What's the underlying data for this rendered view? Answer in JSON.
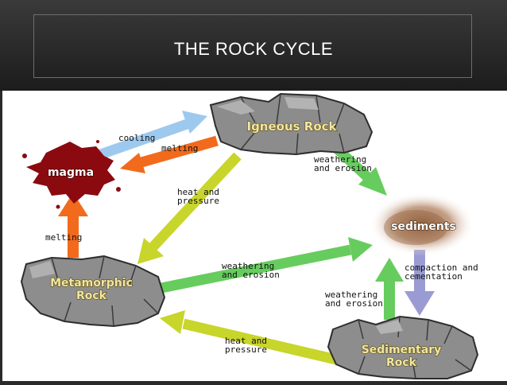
{
  "slide": {
    "title": "THE ROCK CYCLE"
  },
  "nodes": {
    "igneous": "Igneous Rock",
    "magma": "magma",
    "sediments": "sediments",
    "metamorphic_line1": "Metamorphic",
    "metamorphic_line2": "Rock",
    "sedimentary_line1": "Sedimentary",
    "sedimentary_line2": "Rock"
  },
  "labels": {
    "cooling": "cooling",
    "melting_top": "melting",
    "melting_left": "melting",
    "weathering_top_1": "weathering",
    "weathering_top_2": "and erosion",
    "heat_pressure_top_1": "heat and",
    "heat_pressure_top_2": "pressure",
    "weathering_mid_1": "weathering",
    "weathering_mid_2": "and erosion",
    "compaction_1": "compaction and",
    "compaction_2": "cementation",
    "weathering_right_1": "weathering",
    "weathering_right_2": "and erosion",
    "heat_pressure_bottom_1": "heat and",
    "heat_pressure_bottom_2": "pressure"
  },
  "colors": {
    "blue_arrow": "#9ec9ef",
    "orange_arrow": "#f26a1c",
    "green_arrow": "#67cc5e",
    "yellow_arrow": "#c8d52a",
    "purple_arrow": "#9b9bd3",
    "magma": "#8b0a10",
    "rock": "#8a8a8a"
  }
}
